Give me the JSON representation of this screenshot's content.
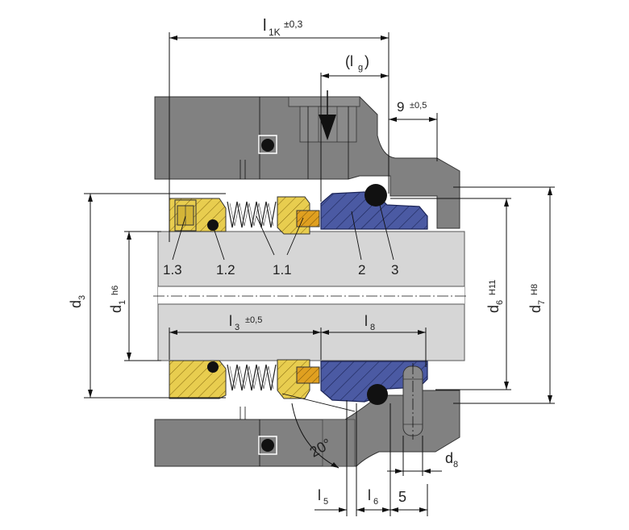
{
  "labels": {
    "l1k": "l",
    "l1k_sub": "1K",
    "l1k_tol": "±0,3",
    "lg": "(l",
    "lg_sub": "g",
    "lg_close": ")",
    "nine": "9",
    "nine_tol": "±0,5",
    "d3": "d",
    "d3_sub": "3",
    "d1": "d",
    "d1_sub": "1",
    "d1_tol": "h6",
    "d6": "d",
    "d6_sub": "6",
    "d6_tol": "H11",
    "d7": "d",
    "d7_sub": "7",
    "d7_tol": "H8",
    "l3": "l",
    "l3_sub": "3",
    "l3_tol": "±0,5",
    "l8": "l",
    "l8_sub": "8",
    "angle": "20°",
    "d8": "d",
    "d8_sub": "8",
    "l5": "l",
    "l5_sub": "5",
    "l6": "l",
    "l6_sub": "6",
    "five": "5"
  },
  "parts": [
    "1.3",
    "1.2",
    "1.1",
    "2",
    "3"
  ],
  "colors": {
    "housing": "#808080",
    "housing_edge": "#333333",
    "shaft": "#d6d6d6",
    "seat_blue": "#4b5aa3",
    "seat_blue_dark": "#1c2557",
    "yellow": "#e7cc4e",
    "yellow_dark": "#8a6d12",
    "oring": "#111111"
  }
}
